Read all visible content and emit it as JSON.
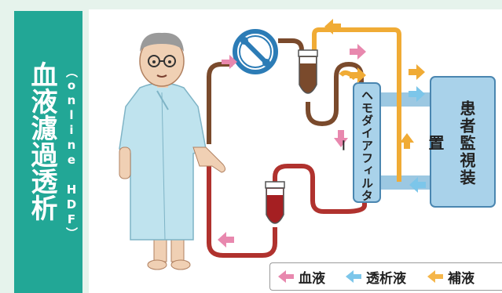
{
  "title": {
    "main": "血液濾過透析",
    "sub": "（online HDF）"
  },
  "diagram": {
    "filter_label": "ヘモダイアフィルター",
    "monitor_label": "患者監視装置",
    "legend": [
      {
        "label": "血液",
        "color": "#e888ae"
      },
      {
        "label": "透析液",
        "color": "#7cc6ea"
      },
      {
        "label": "補液",
        "color": "#f5b64a"
      }
    ]
  },
  "colors": {
    "title_band": "#22a796",
    "background": "#e6f3ec",
    "blood_line": "#b0322e",
    "return_line": "#7a4a2c",
    "dialysate": "#9cc8e2",
    "substitution": "#f0ab35"
  }
}
